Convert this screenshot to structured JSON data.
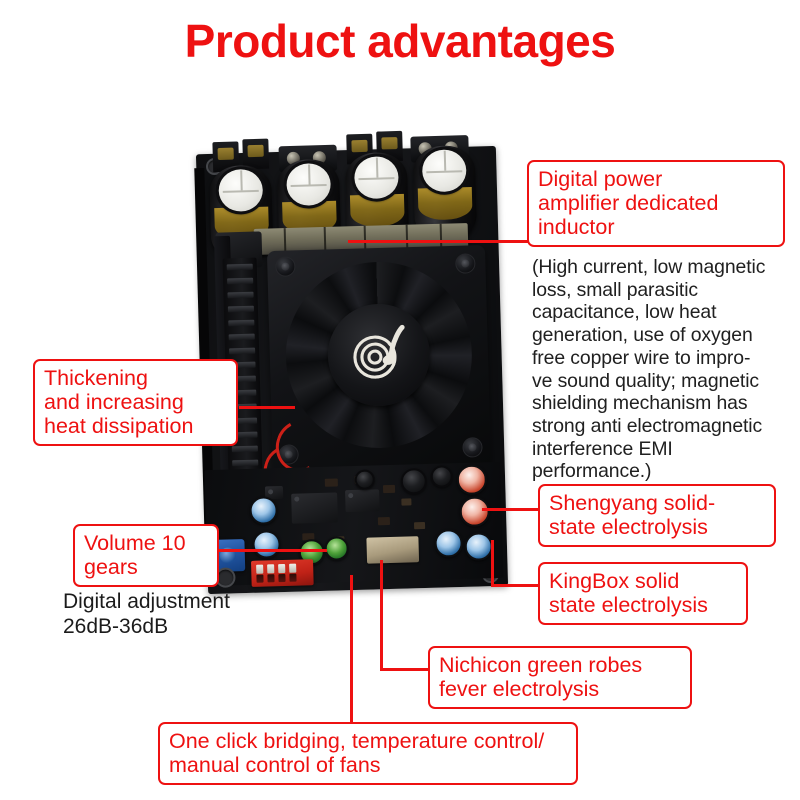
{
  "title": "Product advantages",
  "colors": {
    "accent": "#ee1111",
    "body_text": "#1b1b1b"
  },
  "callouts": {
    "inductor": {
      "label": "Digital power\namplifier dedicated\ninductor",
      "line1": "Digital power",
      "line2": "amplifier dedicated",
      "line3": "inductor"
    },
    "inductor_detail": {
      "text": "(High current, low magnetic loss, small parasitic capacitance, low heat generation, use of oxygen free copper wire to impro-ve sound quality; magnetic shielding mechanism has strong anti electromagnetic interference EMI performance.)",
      "lines": [
        "(High current, low magnetic",
        "loss, small parasitic",
        "capacitance, low heat",
        "generation, use of oxygen",
        "free copper wire to impro-",
        "ve sound quality; magnetic",
        "shielding mechanism has",
        "strong anti electromagnetic",
        "interference EMI",
        "performance.)"
      ]
    },
    "heat": {
      "line1": "Thickening",
      "line2": "and increasing",
      "line3": "heat dissipation"
    },
    "volume": {
      "line1": "Volume 10",
      "line2": "gears"
    },
    "volume_note": {
      "line1": "Digital adjustment",
      "line2": "26dB-36dB"
    },
    "shengyang": {
      "line1": "Shengyang solid-",
      "line2": "state electrolysis"
    },
    "kingbox": {
      "line1": "KingBox solid",
      "line2": "state electrolysis"
    },
    "nichicon": {
      "line1": "Nichicon green robes",
      "line2": "fever electrolysis"
    },
    "bridging": {
      "line1": "One click bridging, temperature control/",
      "line2": "manual control of fans"
    }
  },
  "product": {
    "name": "digital-power-amplifier-board",
    "fan_logo": "spiral-music-note-logo",
    "capacitor_count": 4
  }
}
